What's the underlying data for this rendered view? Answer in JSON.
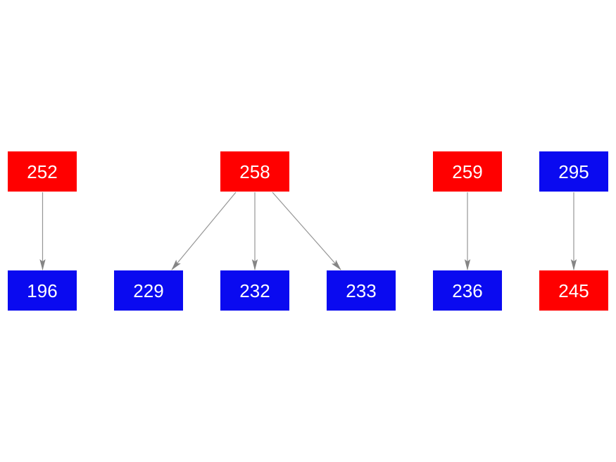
{
  "diagram": {
    "type": "directed-graph",
    "background_color": "#ffffff",
    "node_text_color": "#ffffff",
    "edge_line_color": "#969696",
    "edge_arrowhead_color": "#858585",
    "node_colors": {
      "red": "#ff0000",
      "blue": "#0a0af0"
    },
    "nodes": [
      {
        "id": "252",
        "label": "252",
        "color": "#ff0000",
        "row": "top"
      },
      {
        "id": "258",
        "label": "258",
        "color": "#ff0000",
        "row": "top"
      },
      {
        "id": "259",
        "label": "259",
        "color": "#ff0000",
        "row": "top"
      },
      {
        "id": "295",
        "label": "295",
        "color": "#0a0af0",
        "row": "top"
      },
      {
        "id": "196",
        "label": "196",
        "color": "#0a0af0",
        "row": "bottom"
      },
      {
        "id": "229",
        "label": "229",
        "color": "#0a0af0",
        "row": "bottom"
      },
      {
        "id": "232",
        "label": "232",
        "color": "#0a0af0",
        "row": "bottom"
      },
      {
        "id": "233",
        "label": "233",
        "color": "#0a0af0",
        "row": "bottom"
      },
      {
        "id": "236",
        "label": "236",
        "color": "#0a0af0",
        "row": "bottom"
      },
      {
        "id": "245",
        "label": "245",
        "color": "#ff0000",
        "row": "bottom"
      }
    ],
    "edges": [
      {
        "from": "252",
        "to": "196"
      },
      {
        "from": "258",
        "to": "229"
      },
      {
        "from": "258",
        "to": "232"
      },
      {
        "from": "258",
        "to": "233"
      },
      {
        "from": "259",
        "to": "236"
      },
      {
        "from": "295",
        "to": "245"
      }
    ]
  }
}
